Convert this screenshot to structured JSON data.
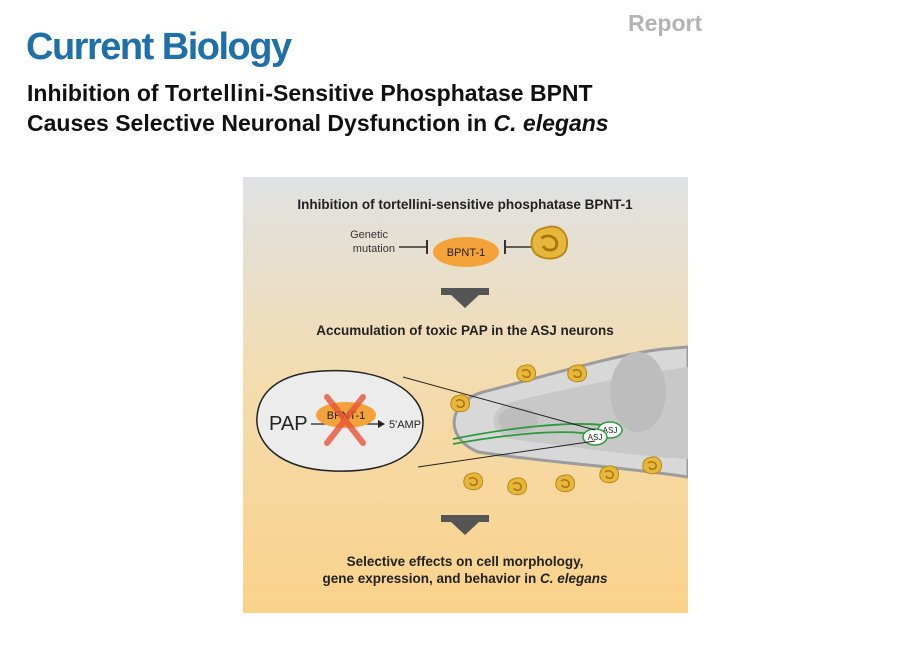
{
  "header": {
    "article_type": "Report",
    "journal": "Current Biology"
  },
  "paper_title": {
    "part1": "Inhibition of ",
    "part2": "Tortellini",
    "part3": "-Sensitive Phosphatase BPNT",
    "part4": "Causes Selective Neuronal Dysfunction in ",
    "part5": "C. elegans"
  },
  "graphical_abstract": {
    "step1_title": "Inhibition of tortellini-sensitive phosphatase BPNT-1",
    "genetic_line1": "Genetic",
    "genetic_line2": "mutation",
    "enzyme_label": "BPNT-1",
    "step2_title": "Accumulation of toxic PAP in the ASJ neurons",
    "reaction_substrate": "PAP",
    "reaction_enzyme": "BPNT-1",
    "reaction_product": "5'AMP",
    "neuron_label_1": "ASJ",
    "neuron_label_2": "ASJ",
    "step3_line1": "Selective effects on cell morphology,",
    "step3_line2_prefix": "gene expression, and behavior in ",
    "step3_line2_italic": "C. elegans",
    "colors": {
      "enzyme_orange": "#f4a23a",
      "arrow_gray": "#555555",
      "inhibit_x_red": "#e8553a",
      "neuron_green": "#2e9a3c",
      "pasta_gold": "#e7b73c"
    }
  }
}
